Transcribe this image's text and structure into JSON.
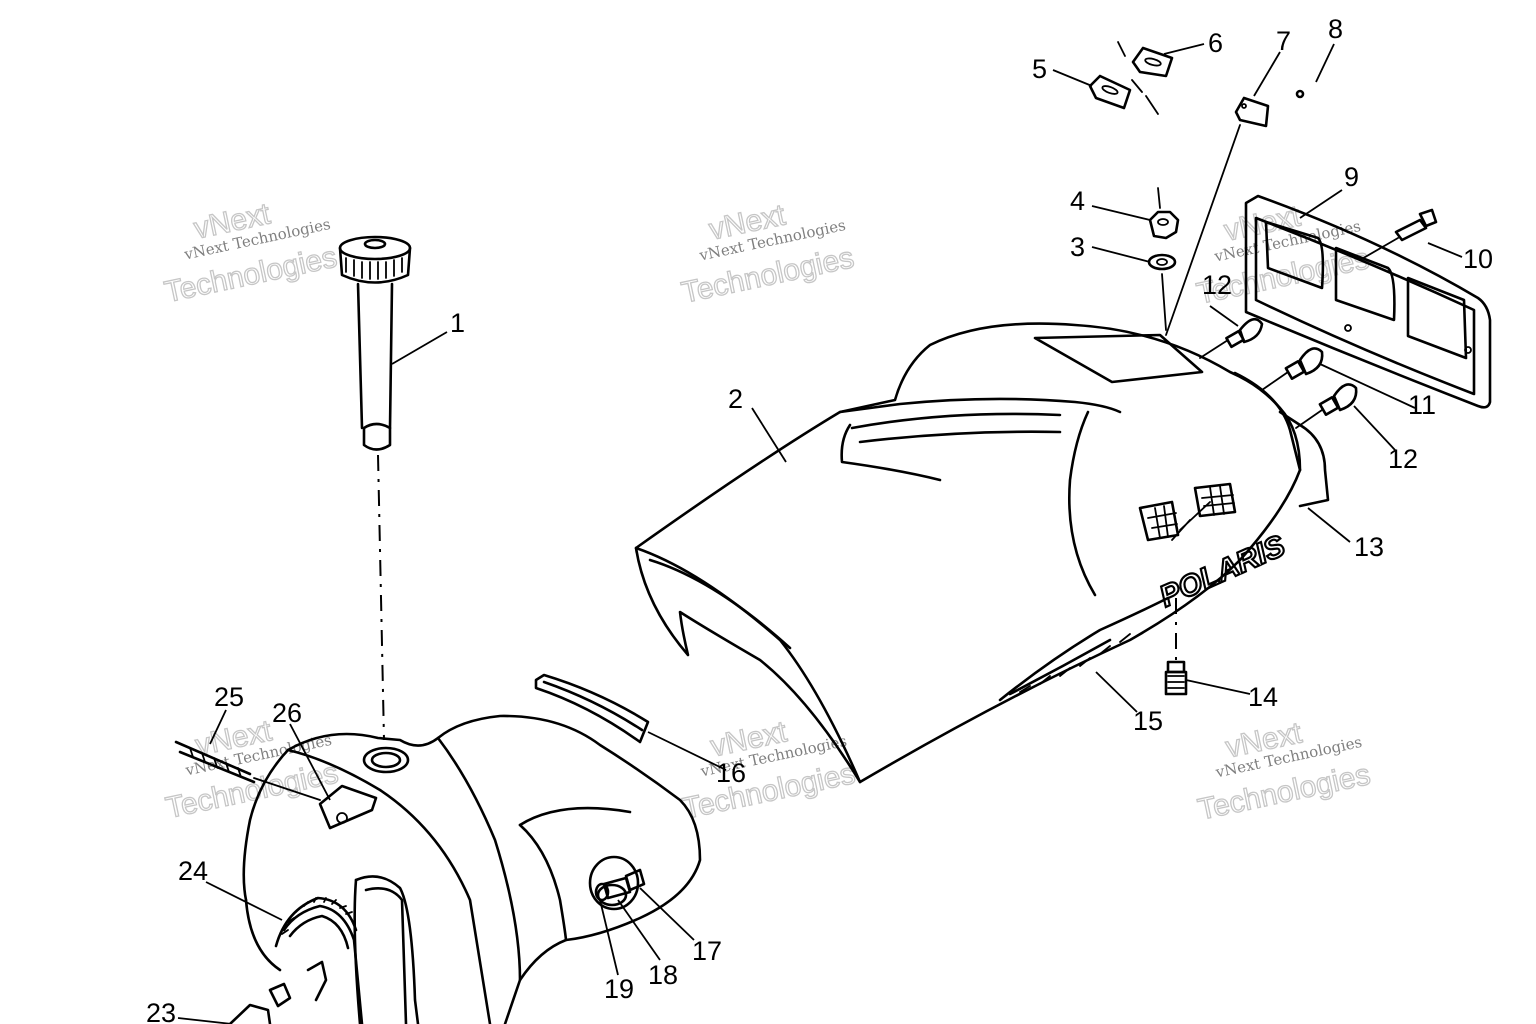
{
  "callouts": [
    "1",
    "2",
    "3",
    "4",
    "5",
    "6",
    "7",
    "8",
    "9",
    "10",
    "11",
    "12",
    "12",
    "13",
    "14",
    "15",
    "16",
    "17",
    "18",
    "19",
    "23",
    "24",
    "25",
    "26"
  ],
  "watermark": {
    "small": "vNext Technologies",
    "big_line1": "vNext",
    "big_line2": "Technologies"
  },
  "decal_text": "POLARIS"
}
